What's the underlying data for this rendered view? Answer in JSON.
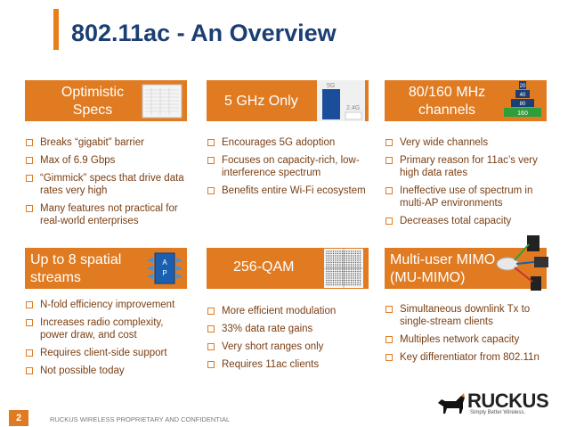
{
  "slide": {
    "title": "802.11ac - An Overview",
    "page_number": "2",
    "footer_text": "RUCKUS WIRELESS PROPRIETARY AND CONFIDENTIAL",
    "logo_name": "RUCKUS",
    "logo_tagline": "Simply Better Wireless."
  },
  "cards": [
    {
      "title_line1": "Optimistic",
      "title_line2": "Specs",
      "bullets": [
        "Breaks “gigabit” barrier",
        "Max of 6.9 Gbps",
        "“Gimmick” specs that drive data rates very high",
        "Many features not practical for real-world enterprises"
      ]
    },
    {
      "title": "5 GHz Only",
      "graphic_labels": [
        "5G",
        "2.4G"
      ],
      "bullets": [
        "Encourages 5G adoption",
        "Focuses on capacity-rich, low-interference spectrum",
        "Benefits entire Wi-Fi ecosystem"
      ]
    },
    {
      "title_line1": "80/160 MHz",
      "title_line2": "channels",
      "graphic_labels": [
        "20",
        "40",
        "80",
        "160"
      ],
      "bullets": [
        "Very wide channels",
        "Primary reason for 11ac’s very high data rates",
        "Ineffective use of spectrum in multi-AP environments",
        "Decreases total capacity"
      ]
    },
    {
      "title_line1": "Up to 8 spatial",
      "title_line2": "streams",
      "graphic_labels": [
        "A",
        "P"
      ],
      "bullets": [
        "N-fold efficiency improvement",
        "Increases radio complexity, power draw, and cost",
        "Requires client-side support",
        "Not possible today"
      ]
    },
    {
      "title": "256-QAM",
      "bullets": [
        "More efficient modulation",
        "33% data rate gains",
        "Very short ranges only",
        "Requires 11ac clients"
      ]
    },
    {
      "title_line1": "Multi-user MIMO",
      "title_line2": "(MU-MIMO)",
      "bullets": [
        "Simultaneous downlink Tx to single-stream clients",
        "Multiples network capacity",
        "Key differentiator from 802.11n"
      ]
    }
  ],
  "colors": {
    "accent": "#E07B22",
    "title": "#1B3F73",
    "bullet_text": "#7A3E12"
  }
}
